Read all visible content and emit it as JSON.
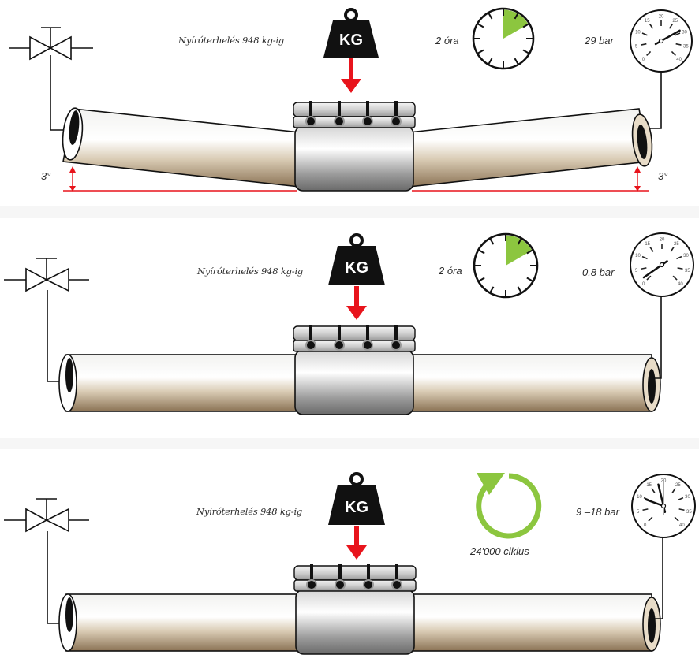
{
  "diagram": {
    "title": "Pipe repair clamp shear load test stages",
    "colors": {
      "load_arrow": "#e8141c",
      "timer_fill": "#8cc63f",
      "cycle_arrow": "#8cc63f",
      "angle_marker": "#e8141c",
      "pipe_light": "#f4f4f2",
      "pipe_dark": "#8b7355",
      "clamp": "#c8c8c8",
      "weight": "#111111"
    },
    "panels": [
      {
        "id": "bending-test",
        "load_label": "Nyíróterhelés 948 kg-ig",
        "weight_label": "KG",
        "timer_label": "2 óra",
        "timer_fraction": 0.1667,
        "pressure_label": "29 bar",
        "gauge_needle_value": 29,
        "angle_left": "3°",
        "angle_right": "3°",
        "pipe_bent": true
      },
      {
        "id": "vacuum-test",
        "load_label": "Nyíróterhelés 948 kg-ig",
        "weight_label": "KG",
        "timer_label": "2 óra",
        "timer_fraction": 0.1667,
        "pressure_label": "- 0,8 bar",
        "gauge_needle_value": -0.8,
        "pipe_bent": false
      },
      {
        "id": "cyclic-test",
        "load_label": "Nyíróterhelés 948 kg-ig",
        "weight_label": "KG",
        "cycle_label": "24'000 ciklus",
        "pressure_label": "9 –18 bar",
        "gauge_needle_values": [
          9,
          18
        ],
        "pipe_bent": false
      }
    ],
    "gauge_scale": [
      "0",
      "5",
      "10",
      "15",
      "20",
      "25",
      "30",
      "35",
      "40"
    ]
  }
}
